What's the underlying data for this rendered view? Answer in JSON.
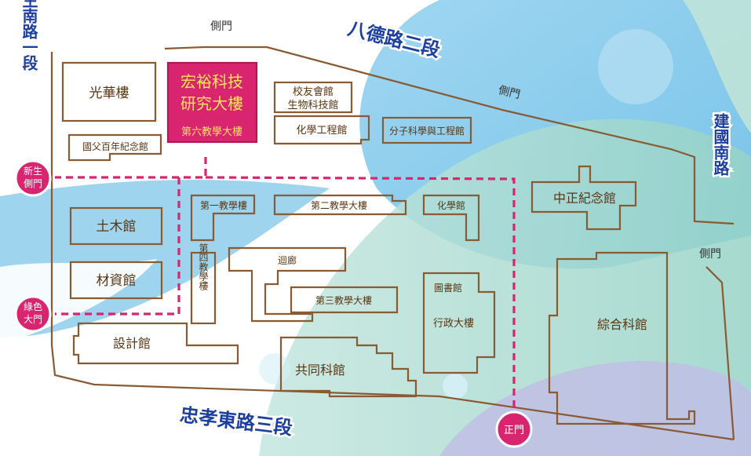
{
  "colors": {
    "accent_magenta": "#d9246f",
    "building_outline": "#8a5a32",
    "road_text": "#1d3fa0",
    "water_blue": "#79c4e8",
    "water_green": "#a9d9cf"
  },
  "roads": {
    "xinsheng": "新生南路一段",
    "bade": "八德路二段",
    "jianguo": "建國南路",
    "zhongxiao": "忠孝東路三段"
  },
  "gates": {
    "side_top": "側門",
    "side_right_top": "側門",
    "side_right": "側門",
    "xinsheng_gate": [
      "新生",
      "側門"
    ],
    "green_gate": [
      "綠色",
      "大門"
    ],
    "main_gate": "正門"
  },
  "buildings": {
    "guanghua": "光華樓",
    "hongyu": [
      "宏裕科技",
      "研究大樓"
    ],
    "hongyu_sub": "第六教學大樓",
    "alumni": [
      "校友會館",
      "生物科技館"
    ],
    "chem_eng": "化學工程館",
    "molecular": "分子科學與工程館",
    "guofu": "國父百年紀念館",
    "civil": "土木館",
    "materials": "材資館",
    "first_teaching": "第一教學樓",
    "second_teaching": "第二教學大樓",
    "chemistry": "化學館",
    "zhongzheng": "中正紀念館",
    "fourth_teaching": "第四教學樓",
    "corridor": "迴廊",
    "third_teaching": "第三教學大樓",
    "library": "圖書館",
    "admin": "行政大樓",
    "design": "設計館",
    "common_science": "共同科館",
    "comprehensive": "綜合科館"
  }
}
